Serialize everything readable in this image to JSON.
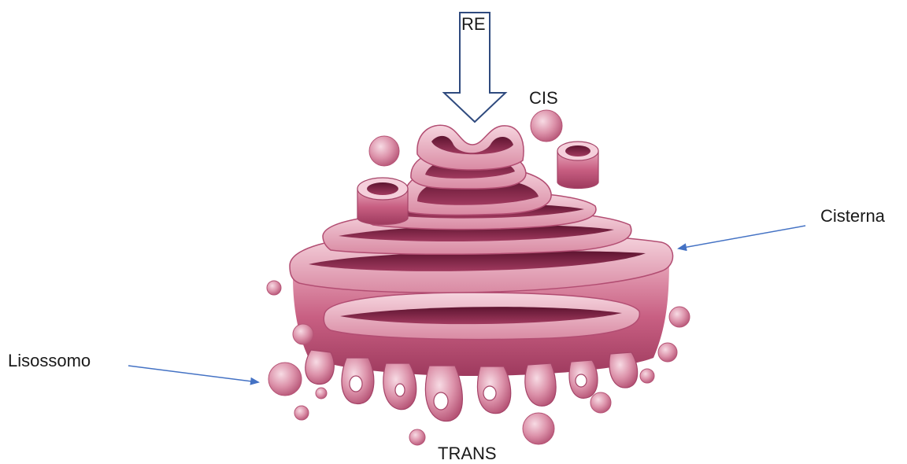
{
  "diagram": {
    "labels": {
      "re": "RE",
      "cis": "CIS",
      "cisterna": "Cisterna",
      "lisossomo": "Lisossomo",
      "trans": "TRANS"
    },
    "colors": {
      "membrane": "#c75d80",
      "membrane_light": "#f1c7d4",
      "membrane_dark": "#8c2d4f",
      "lumen": "#7a1f3f",
      "vesicle": "#e7a9bc",
      "arrow": "#4472c4",
      "text": "#1a1a1a"
    },
    "icons": [
      "hollow-down-arrow-icon",
      "pointer-arrow-icon"
    ]
  }
}
